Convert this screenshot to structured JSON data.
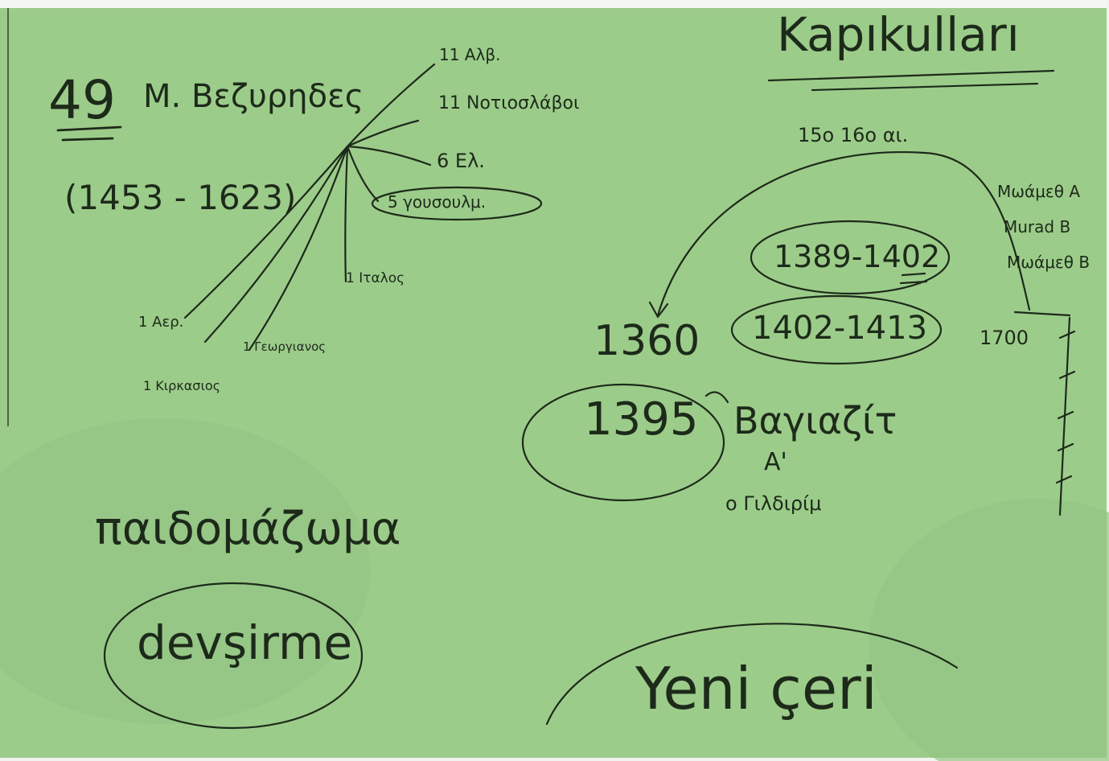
{
  "board": {
    "background_color": "#9ccc8a",
    "ink_color": "#1d2a1a"
  },
  "left_topic": {
    "number": "49",
    "title": "M. Βεζυρηδες",
    "years": "(1453 - 1623)",
    "branches": [
      "11 Αλβ.",
      "11 Νοτιοσλάβοι",
      "6 Ελ.",
      "5 γουσουλμ.",
      "1 Ιταλος",
      "1 Αερ.",
      "1 Γεωργιανος",
      "1 Κιρκασιος"
    ]
  },
  "right_topic": {
    "title": "Kapıkulları",
    "centuries": "15ο 16ο αι.",
    "start_year": "1360",
    "end_year": "1700",
    "ranges": [
      "1389-1402",
      "1402-1413"
    ],
    "sultans": [
      "Μωάμεθ Α",
      "Murad B",
      "Μωάμεθ B"
    ],
    "highlight_year": "1395",
    "ruler": "Βαγιαζίτ",
    "ruler_numeral": "A'",
    "ruler_note": "ο Γιλδιρίμ"
  },
  "bottom_left": {
    "term_greek": "παιδομάζωμα",
    "term_turkish": "devşirme"
  },
  "bottom_right": {
    "term": "Yeni çeri"
  }
}
